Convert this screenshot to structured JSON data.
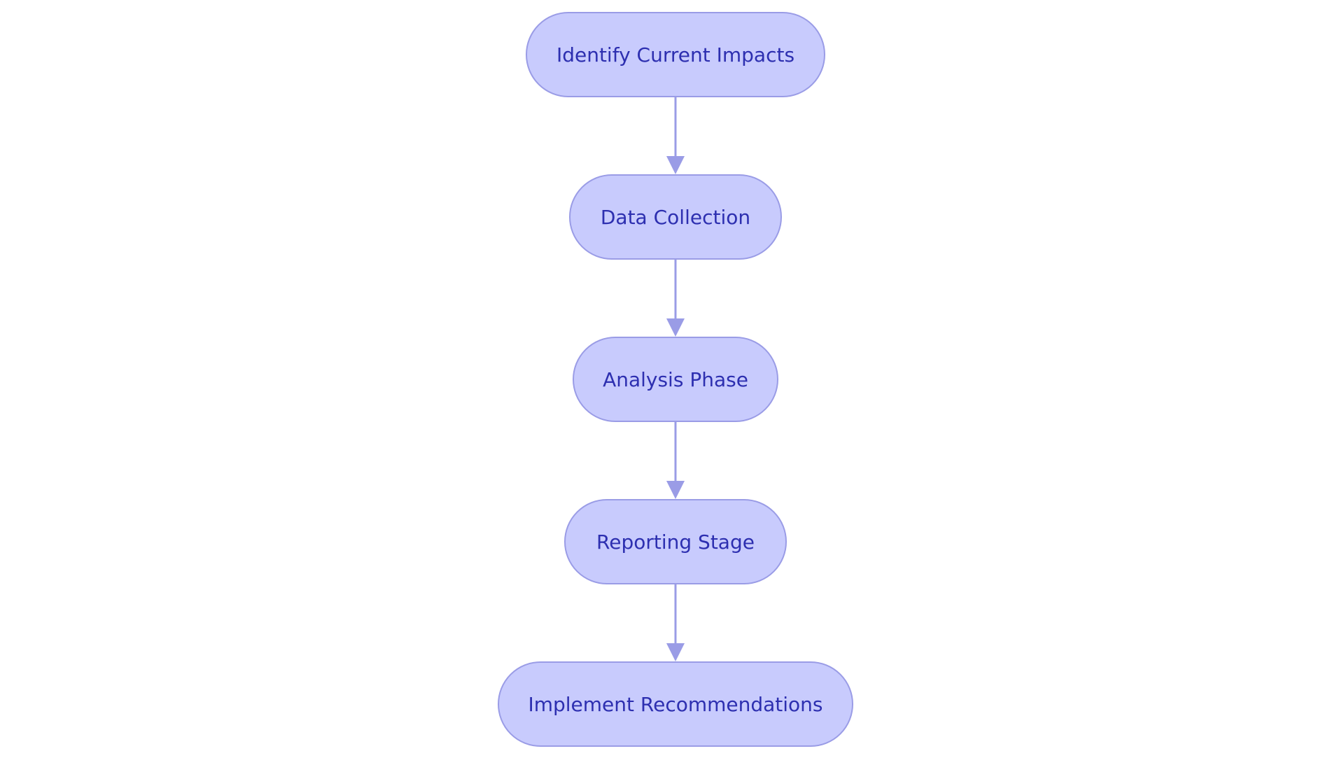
{
  "diagram": {
    "type": "flowchart",
    "direction": "top-to-bottom",
    "colors": {
      "node_fill": "#c8cbfd",
      "node_border": "#9a9ce6",
      "node_text": "#2d2fb0",
      "edge": "#9a9ce6"
    },
    "nodes": [
      {
        "id": "identify",
        "label": "Identify Current Impacts"
      },
      {
        "id": "collect",
        "label": "Data Collection"
      },
      {
        "id": "analyze",
        "label": "Analysis Phase"
      },
      {
        "id": "report",
        "label": "Reporting Stage"
      },
      {
        "id": "implement",
        "label": "Implement Recommendations"
      }
    ],
    "edges": [
      {
        "from": "identify",
        "to": "collect"
      },
      {
        "from": "collect",
        "to": "analyze"
      },
      {
        "from": "analyze",
        "to": "report"
      },
      {
        "from": "report",
        "to": "implement"
      }
    ]
  }
}
